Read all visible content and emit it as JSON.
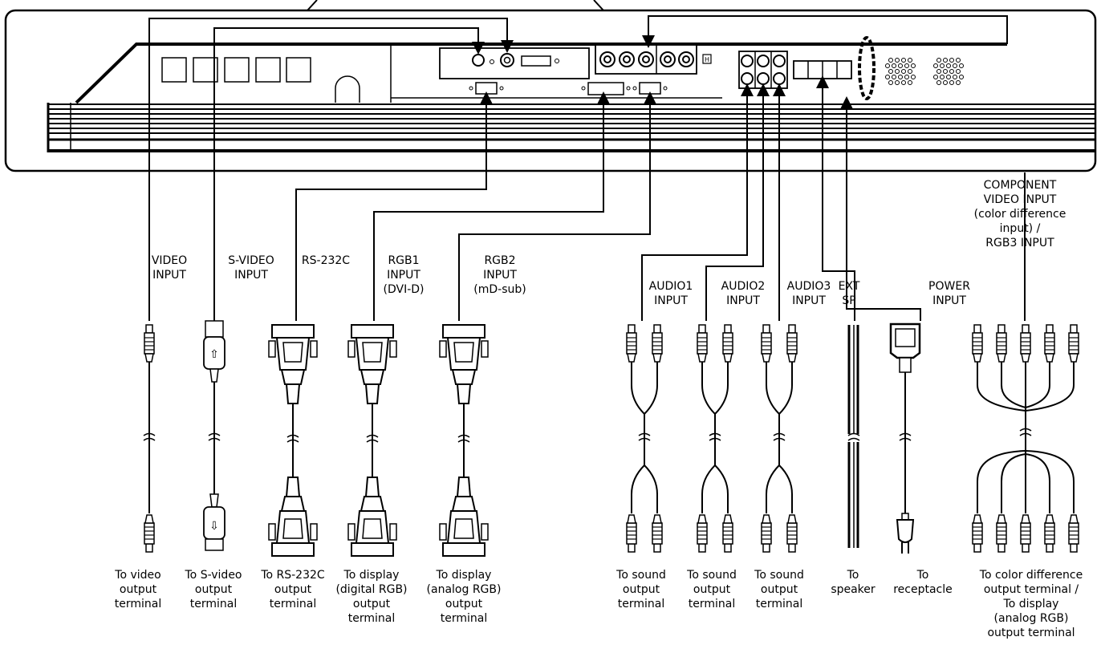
{
  "input_labels": {
    "video": "VIDEO\nINPUT",
    "svideo": "S-VIDEO\nINPUT",
    "rs232c": "RS-232C",
    "rgb1": "RGB1\nINPUT\n(DVI-D)",
    "rgb2": "RGB2\nINPUT\n(mD-sub)",
    "audio1": "AUDIO1\nINPUT",
    "audio2": "AUDIO2\nINPUT",
    "audio3": "AUDIO3\nINPUT",
    "extsp": "EXT\nSP",
    "power": "POWER\nINPUT",
    "component": "COMPONENT\nVIDEO INPUT\n(color difference\ninput)  /\nRGB3  INPUT"
  },
  "output_labels": {
    "video": "To video\noutput\nterminal",
    "svideo": "To S-video\noutput\nterminal",
    "rs232c": "To RS-232C\noutput\nterminal",
    "rgb1": "To display\n(digital RGB)\noutput\nterminal",
    "rgb2": "To display\n(analog RGB)\noutput\nterminal",
    "audio1": "To sound\noutput\nterminal",
    "audio2": "To sound\noutput\nterminal",
    "audio3": "To sound\noutput\nterminal",
    "extsp": "To\nspeaker",
    "power": "To\nreceptacle",
    "component": "To color difference\noutput terminal /\nTo display\n(analog RGB)\noutput terminal"
  },
  "panel_mark": "H",
  "colors": {
    "line": "#000000",
    "background": "#ffffff"
  }
}
